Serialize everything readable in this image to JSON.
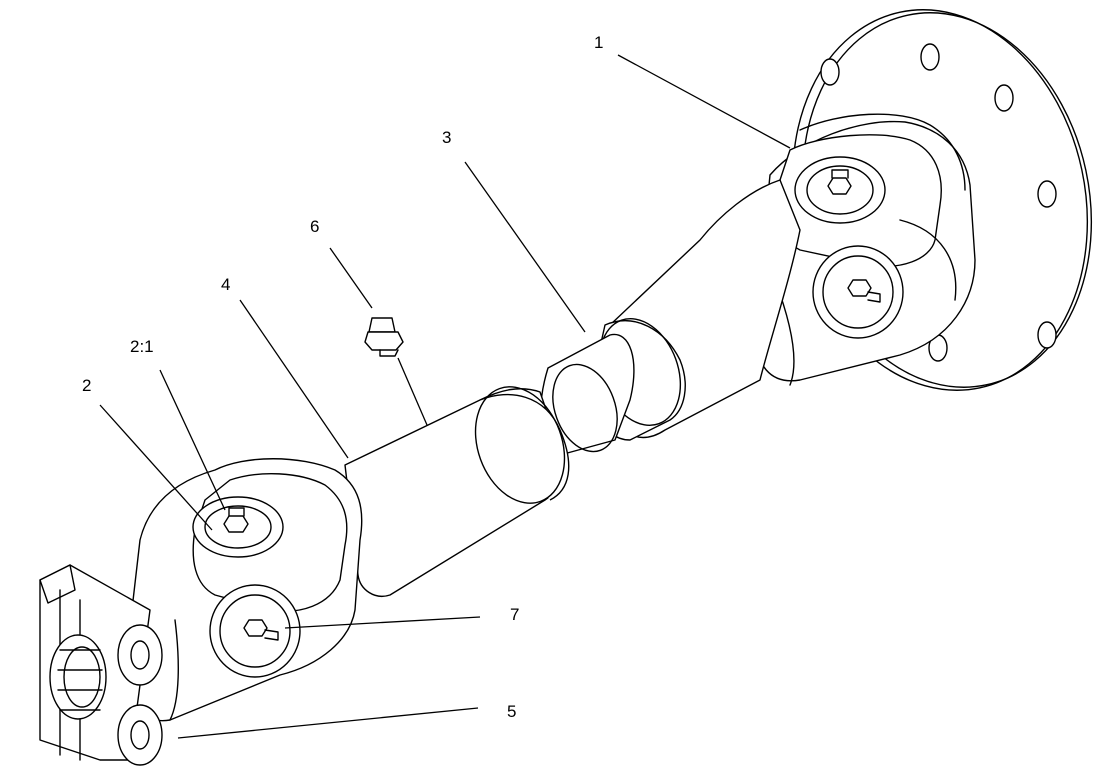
{
  "callouts": {
    "c1": "1",
    "c2": "2",
    "c2_1": "2:1",
    "c3": "3",
    "c4": "4",
    "c5": "5",
    "c6": "6",
    "c7": "7"
  },
  "icons": {
    "flange": "flange-plate-icon",
    "grease_fitting": "grease-fitting-icon",
    "bolt": "hex-bolt-icon",
    "yoke": "universal-joint-yoke-icon"
  }
}
